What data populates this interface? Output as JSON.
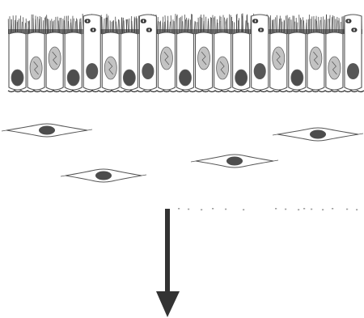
{
  "diagram": {
    "epithelium": {
      "cell_count": 19,
      "goblet_cell_count": 4,
      "has_cilia": true
    },
    "fibroblast_count": 4,
    "arrow_direction": "down",
    "colors": {
      "ink": "#2a2a2a",
      "nucleus_dark": "#3a3a3a",
      "nucleus_light": "#bdbdbd",
      "membrane": "#555555",
      "arrow": "#333333",
      "background": "#ffffff"
    }
  }
}
